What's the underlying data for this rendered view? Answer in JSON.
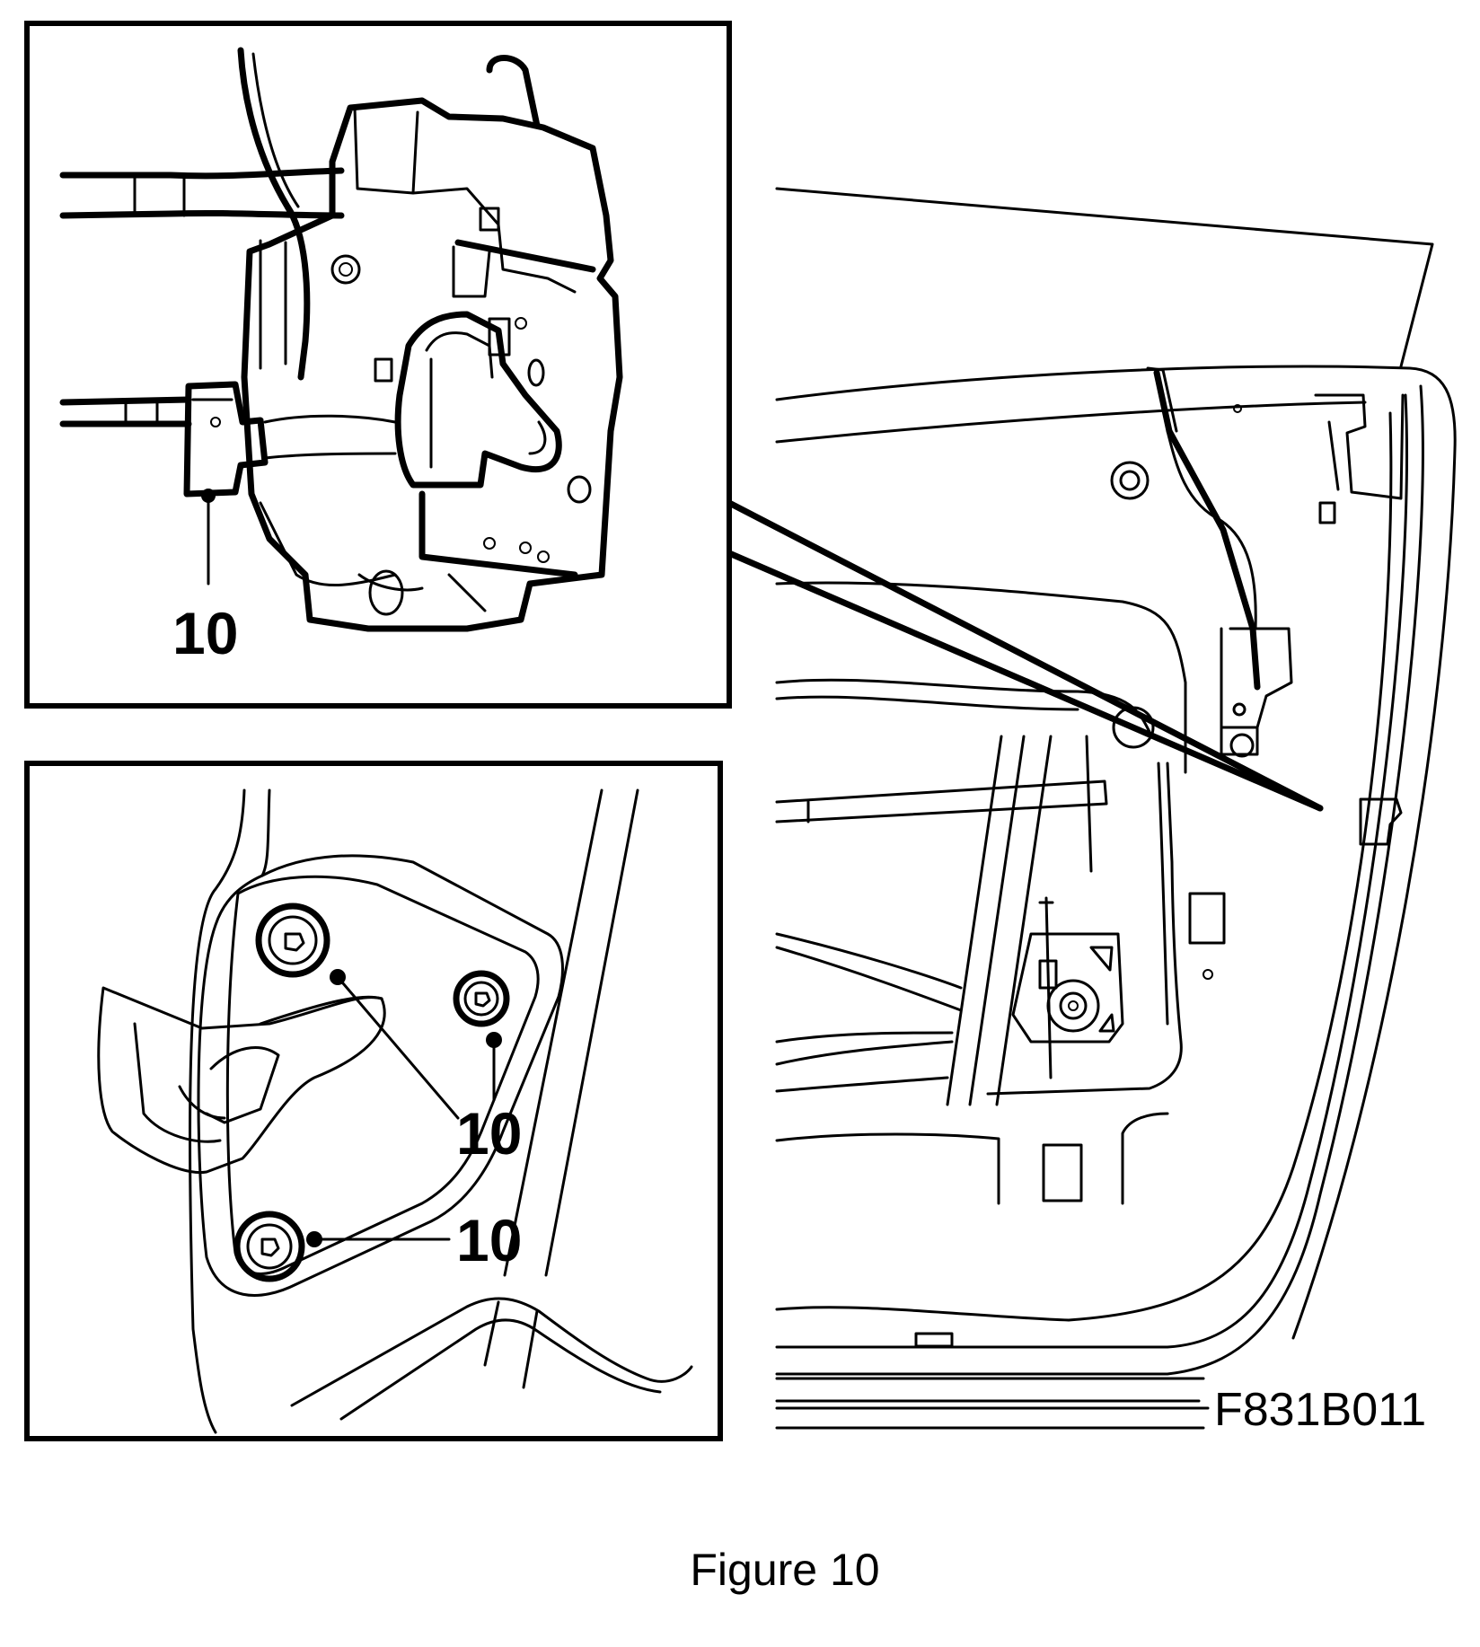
{
  "figure": {
    "caption": "Figure 10",
    "reference_code": "F831B011",
    "callouts": [
      {
        "label": "10"
      },
      {
        "label": "10"
      },
      {
        "label": "10"
      }
    ]
  }
}
